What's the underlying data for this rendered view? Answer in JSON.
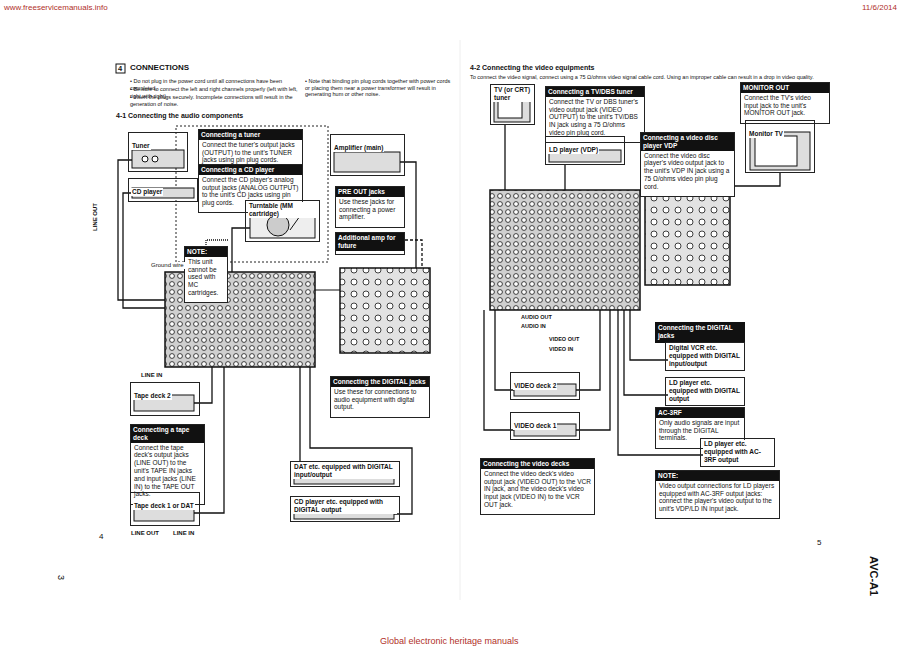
{
  "diagram": {
    "title": "CONNECTIONS",
    "nodes": [
      {
        "text": [
          "Tuner"
        ]
      },
      {
        "text": [
          "Connecting a tuner",
          "Connect the tuner's output jacks (OUTPUT) to the unit's TUNER jacks using pin plug cords."
        ]
      },
      {
        "text": [
          "Connecting a CD player",
          "Connect the CD player's analog output jacks (ANALOG OUTPUT) to the unit's CD jacks using pin plug cords."
        ]
      },
      {
        "text": [
          "CD player"
        ]
      },
      {
        "text": [
          "Turntable (MM cartridge)"
        ]
      },
      {
        "text": [
          "NOTE:",
          "This unit cannot be used with MC cartridges."
        ]
      },
      {
        "text": [
          "Amplifier (main)"
        ]
      },
      {
        "text": [
          "PRE OUT jacks",
          "Use these jacks for connecting a power amplifier."
        ]
      },
      {
        "text": [
          "Additional amp for future"
        ]
      },
      {
        "text": [
          "Tape deck 2"
        ]
      },
      {
        "text": [
          "Connecting a tape deck",
          "Connect the tape deck's output jacks (LINE OUT) to the unit's TAPE IN jacks and input jacks (LINE IN) to the TAPE OUT jacks."
        ]
      },
      {
        "text": [
          "Tape deck 1 or DAT"
        ]
      },
      {
        "text": [
          "Connecting the DIGITAL jacks",
          "Use these for connections to audio equipment with digital output."
        ]
      },
      {
        "text": [
          "DAT etc. equipped with DIGITAL input/output"
        ]
      },
      {
        "text": [
          "CD player etc. equipped with DIGITAL output"
        ]
      },
      {
        "text": [
          "TV (or CRT) tuner"
        ]
      },
      {
        "text": [
          "Connecting a TV/DBS tuner",
          "Connect the TV or DBS tuner's video output jack (VIDEO OUTPUT) to the unit's TV/DBS IN jack using a 75 Ω/ohms video pin plug cord."
        ]
      },
      {
        "text": [
          "MONITOR OUT",
          "Connect the TV's video input jack to the unit's MONITOR OUT jack."
        ]
      },
      {
        "text": [
          "Monitor TV"
        ]
      },
      {
        "text": [
          "LD player (VDP)"
        ]
      },
      {
        "text": [
          "Connecting a video disc player VDP",
          "Connect the video disc player's video output jack to the unit's VDP IN jack using a 75 Ω/ohms video pin plug cord."
        ]
      },
      {
        "text": [
          "VIDEO deck 2"
        ]
      },
      {
        "text": [
          "VIDEO deck 1"
        ]
      },
      {
        "text": [
          "Connecting the video decks",
          "Connect the video deck's video output jack (VIDEO OUT) to the VCR IN jack, and the video deck's video input jack (VIDEO IN) to the VCR OUT jack."
        ]
      },
      {
        "text": [
          "Connecting the DIGITAL jacks"
        ]
      },
      {
        "text": [
          "Digital VCR etc. equipped with DIGITAL input/output"
        ]
      },
      {
        "text": [
          "LD player etc. equipped with DIGITAL output"
        ]
      },
      {
        "text": [
          "AC-3RF",
          "Only audio signals are input through the DIGITAL terminals."
        ]
      },
      {
        "text": [
          "LD player etc. equipped with AC-3RF output"
        ]
      },
      {
        "text": [
          "NOTE:",
          "Video output connections for LD players equipped with AC-3RF output jacks: connect the player's video output to the unit's VDP/LD IN input jack."
        ]
      }
    ],
    "labels": [
      "www.freeservicemanuals.info",
      "11/6/2014",
      "Global electronic heritage manuals",
      "4",
      "4-1 Connecting the audio components",
      "4-2 Connecting the video equipments",
      "Ground wire",
      "LINE OUT",
      "LINE IN",
      "LINE OUT",
      "LINE IN",
      "4",
      "5",
      "3",
      "AVC-A1",
      "AUDIO OUT",
      "AUDIO IN",
      "VIDEO OUT",
      "VIDEO IN",
      "• Do not plug in the power cord until all connections have been completed.",
      "• Be sure to connect the left and right channels properly (left with left, right with right).",
      "• Insert the plugs securely. Incomplete connections will result in the generation of noise.",
      "• Note that binding pin plug cords together with power cords or placing them near a power transformer will result in generating hum or other noise.",
      "To connect the video signal, connect using a 75 Ω/ohms video signal cable cord. Using an improper cable can result in a drop in video quality."
    ]
  }
}
